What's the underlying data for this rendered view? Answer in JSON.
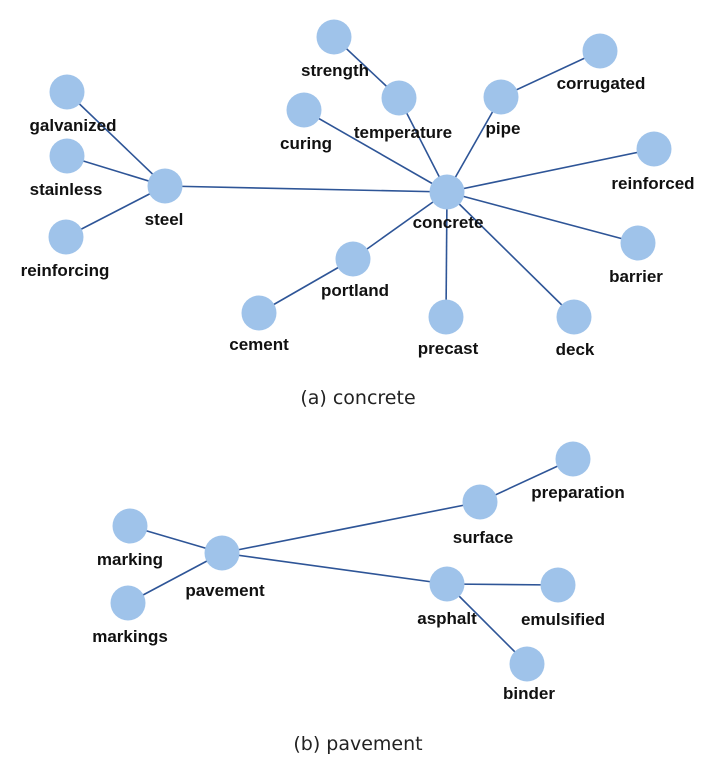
{
  "colors": {
    "node": "#9fc3ea",
    "edge": "#2e5597",
    "text": "#111111"
  },
  "diagrams": [
    {
      "caption": "(a) concrete",
      "nodes": [
        {
          "id": "galvanized",
          "label": "galvanized"
        },
        {
          "id": "stainless",
          "label": "stainless"
        },
        {
          "id": "reinforcing",
          "label": "reinforcing"
        },
        {
          "id": "steel",
          "label": "steel"
        },
        {
          "id": "strength",
          "label": "strength"
        },
        {
          "id": "temperature",
          "label": "temperature"
        },
        {
          "id": "curing",
          "label": "curing"
        },
        {
          "id": "pipe",
          "label": "pipe"
        },
        {
          "id": "corrugated",
          "label": "corrugated"
        },
        {
          "id": "reinforced",
          "label": "reinforced"
        },
        {
          "id": "concrete",
          "label": "concrete"
        },
        {
          "id": "barrier",
          "label": "barrier"
        },
        {
          "id": "portland",
          "label": "portland"
        },
        {
          "id": "cement",
          "label": "cement"
        },
        {
          "id": "precast",
          "label": "precast"
        },
        {
          "id": "deck",
          "label": "deck"
        }
      ],
      "edges": [
        [
          "galvanized",
          "steel"
        ],
        [
          "stainless",
          "steel"
        ],
        [
          "reinforcing",
          "steel"
        ],
        [
          "steel",
          "concrete"
        ],
        [
          "strength",
          "temperature"
        ],
        [
          "temperature",
          "concrete"
        ],
        [
          "curing",
          "concrete"
        ],
        [
          "pipe",
          "concrete"
        ],
        [
          "corrugated",
          "pipe"
        ],
        [
          "reinforced",
          "concrete"
        ],
        [
          "barrier",
          "concrete"
        ],
        [
          "portland",
          "concrete"
        ],
        [
          "cement",
          "portland"
        ],
        [
          "precast",
          "concrete"
        ],
        [
          "deck",
          "concrete"
        ]
      ]
    },
    {
      "caption": "(b) pavement",
      "nodes": [
        {
          "id": "marking",
          "label": "marking"
        },
        {
          "id": "markings",
          "label": "markings"
        },
        {
          "id": "pavement",
          "label": "pavement"
        },
        {
          "id": "surface",
          "label": "surface"
        },
        {
          "id": "preparation",
          "label": "preparation"
        },
        {
          "id": "asphalt",
          "label": "asphalt"
        },
        {
          "id": "emulsified",
          "label": "emulsified"
        },
        {
          "id": "binder",
          "label": "binder"
        }
      ],
      "edges": [
        [
          "marking",
          "pavement"
        ],
        [
          "markings",
          "pavement"
        ],
        [
          "pavement",
          "surface"
        ],
        [
          "surface",
          "preparation"
        ],
        [
          "pavement",
          "asphalt"
        ],
        [
          "asphalt",
          "emulsified"
        ],
        [
          "asphalt",
          "binder"
        ]
      ]
    }
  ]
}
